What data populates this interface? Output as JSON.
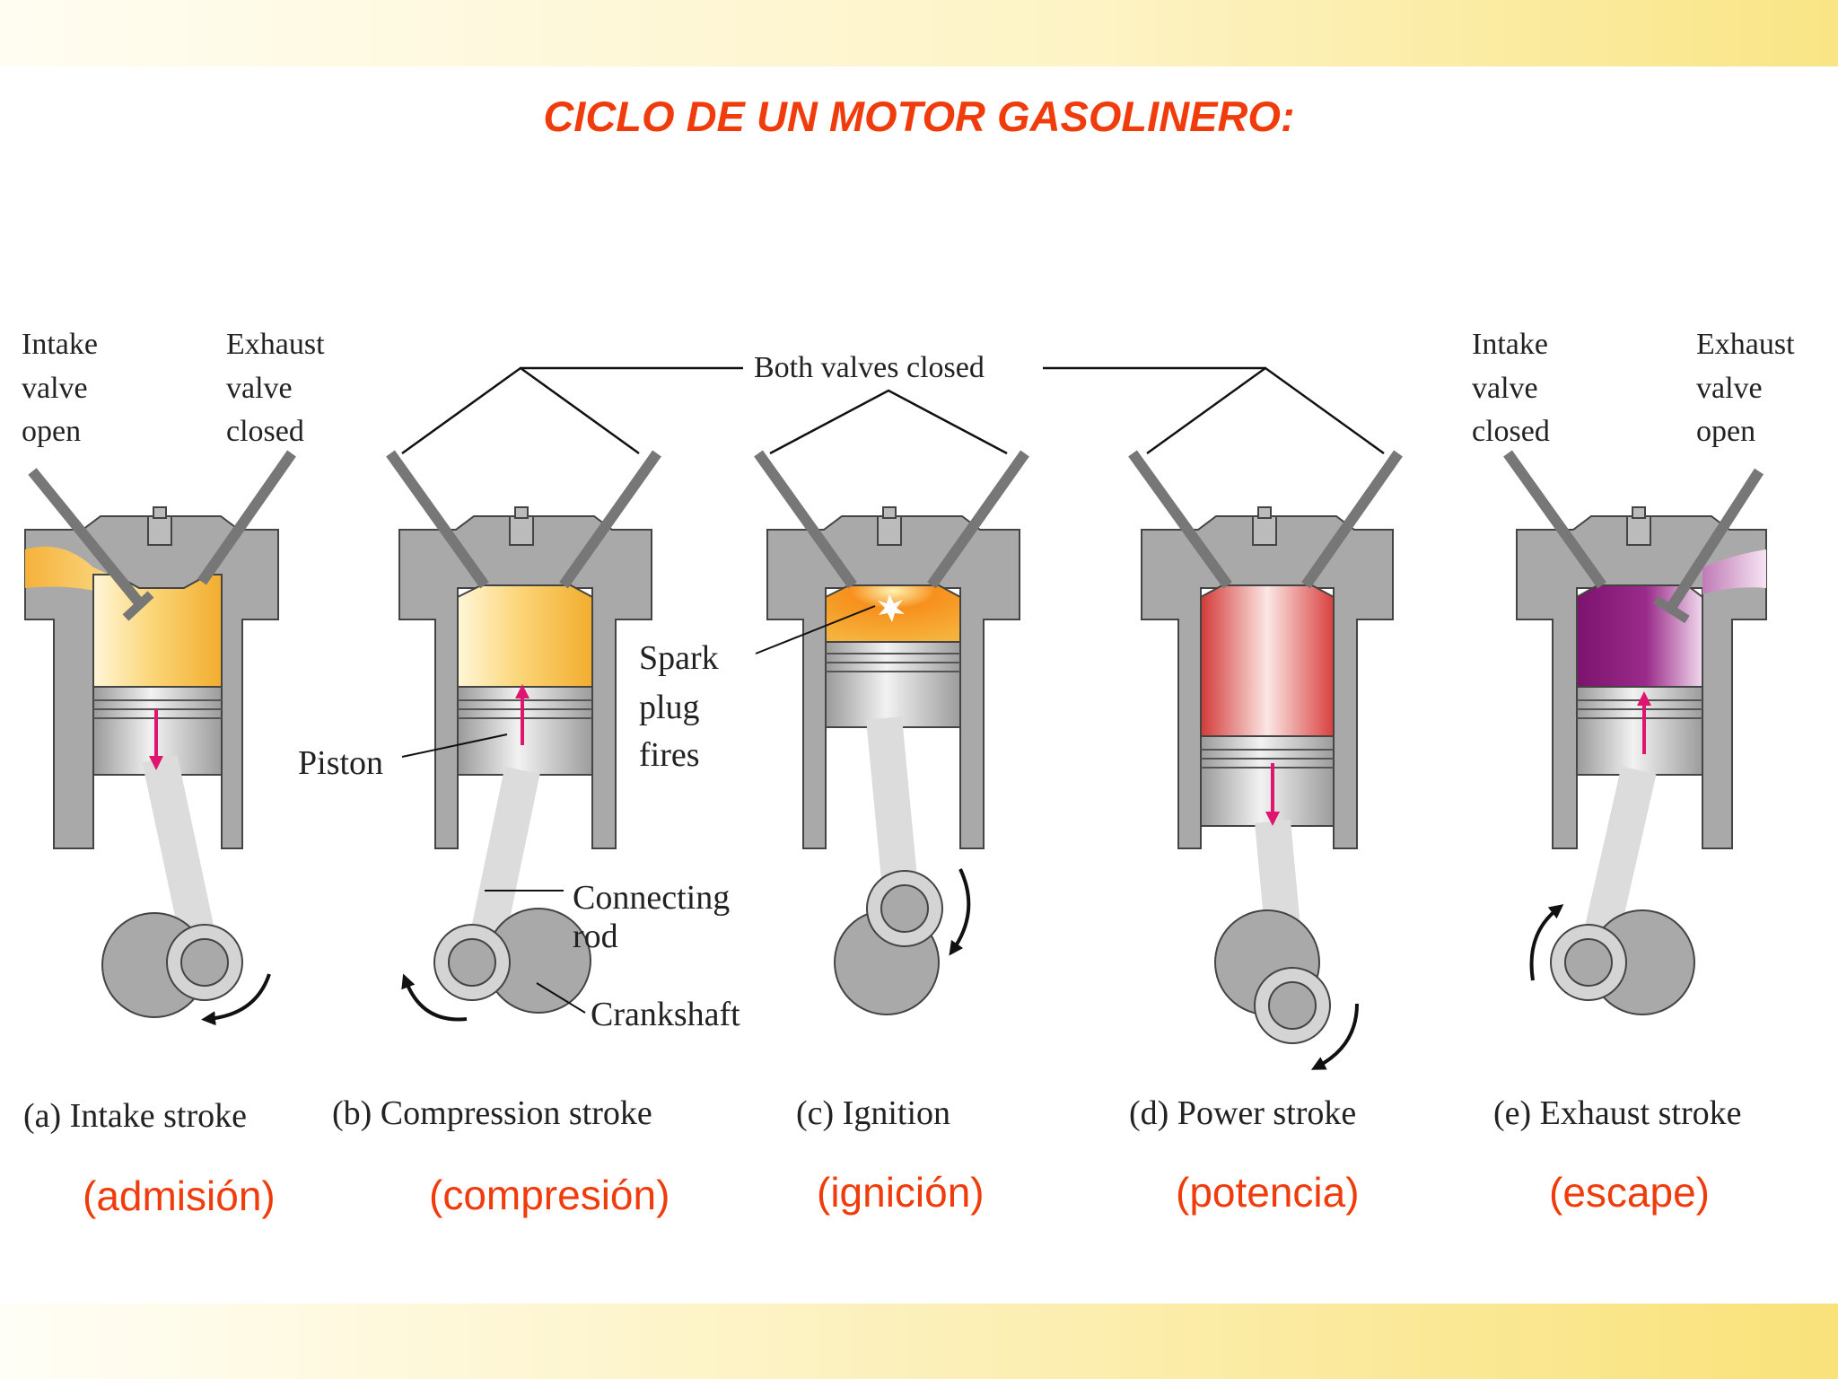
{
  "slide": {
    "title": "CICLO DE UN MOTOR GASOLINERO:"
  },
  "diagram": {
    "valve_notes": {
      "a_intake": [
        "Intake",
        "valve",
        "open"
      ],
      "a_exhaust": [
        "Exhaust",
        "valve",
        "closed"
      ],
      "both_closed": "Both valves closed",
      "e_intake": [
        "Intake",
        "valve",
        "closed"
      ],
      "e_exhaust": [
        "Exhaust",
        "valve",
        "open"
      ]
    },
    "part_labels": {
      "piston": "Piston",
      "connecting_rod": [
        "Connecting",
        "rod"
      ],
      "crankshaft": "Crankshaft",
      "spark": [
        "Spark",
        "plug",
        "fires"
      ]
    },
    "strokes": [
      {
        "caption": "(a) Intake stroke",
        "spanish": "(admisión)",
        "chamber_color": "#f6ba3f"
      },
      {
        "caption": "(b) Compression stroke",
        "spanish": "(compresión)",
        "chamber_color": "#f6ba3f"
      },
      {
        "caption": "(c) Ignition",
        "spanish": "(ignición)",
        "chamber_color": "#f28a1c"
      },
      {
        "caption": "(d) Power stroke",
        "spanish": "(potencia)",
        "chamber_color": "#d8403c"
      },
      {
        "caption": "(e) Exhaust stroke",
        "spanish": "(escape)",
        "chamber_color": "#8b1a7a"
      }
    ]
  },
  "colors": {
    "title": "#f03c0c",
    "spanish_label": "#f03c0c",
    "motion_arrow": "#e0156f",
    "engine_gray": "#a9a9a9"
  }
}
